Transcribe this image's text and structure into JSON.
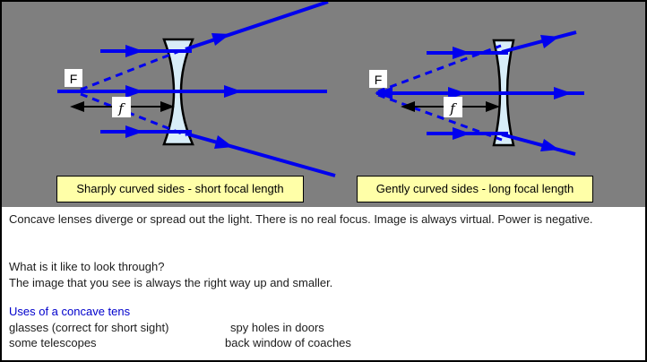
{
  "diagram": {
    "left": {
      "focal_point_label": "F",
      "focal_length_label": "f",
      "caption": "Sharply curved sides - short focal length",
      "lens_type": "concave lens, strongly curved, short focal length"
    },
    "right": {
      "focal_point_label": "F",
      "focal_length_label": "f",
      "caption": "Gently curved sides - long focal length",
      "lens_type": "concave lens, gently curved, long focal length"
    },
    "colors": {
      "background_gray": "#7f7f7f",
      "ray_blue": "#0000ee",
      "lens_fill": "#d8edf8",
      "caption_yellow": "#ffffa8",
      "heading_blue": "#0000cc"
    }
  },
  "text": {
    "paragraph1": "Concave lenses diverge or spread out the light. There is no real focus. Image is always virtual. Power is negative.",
    "question": "What is it like to look through?",
    "answer": "The image that you see is always the right way up and smaller.",
    "uses_heading": "Uses of a concave tens",
    "uses": [
      {
        "left": "glasses (correct for short sight)",
        "right": "spy holes in doors"
      },
      {
        "left": "some telescopes",
        "right": "back window of coaches"
      }
    ]
  }
}
